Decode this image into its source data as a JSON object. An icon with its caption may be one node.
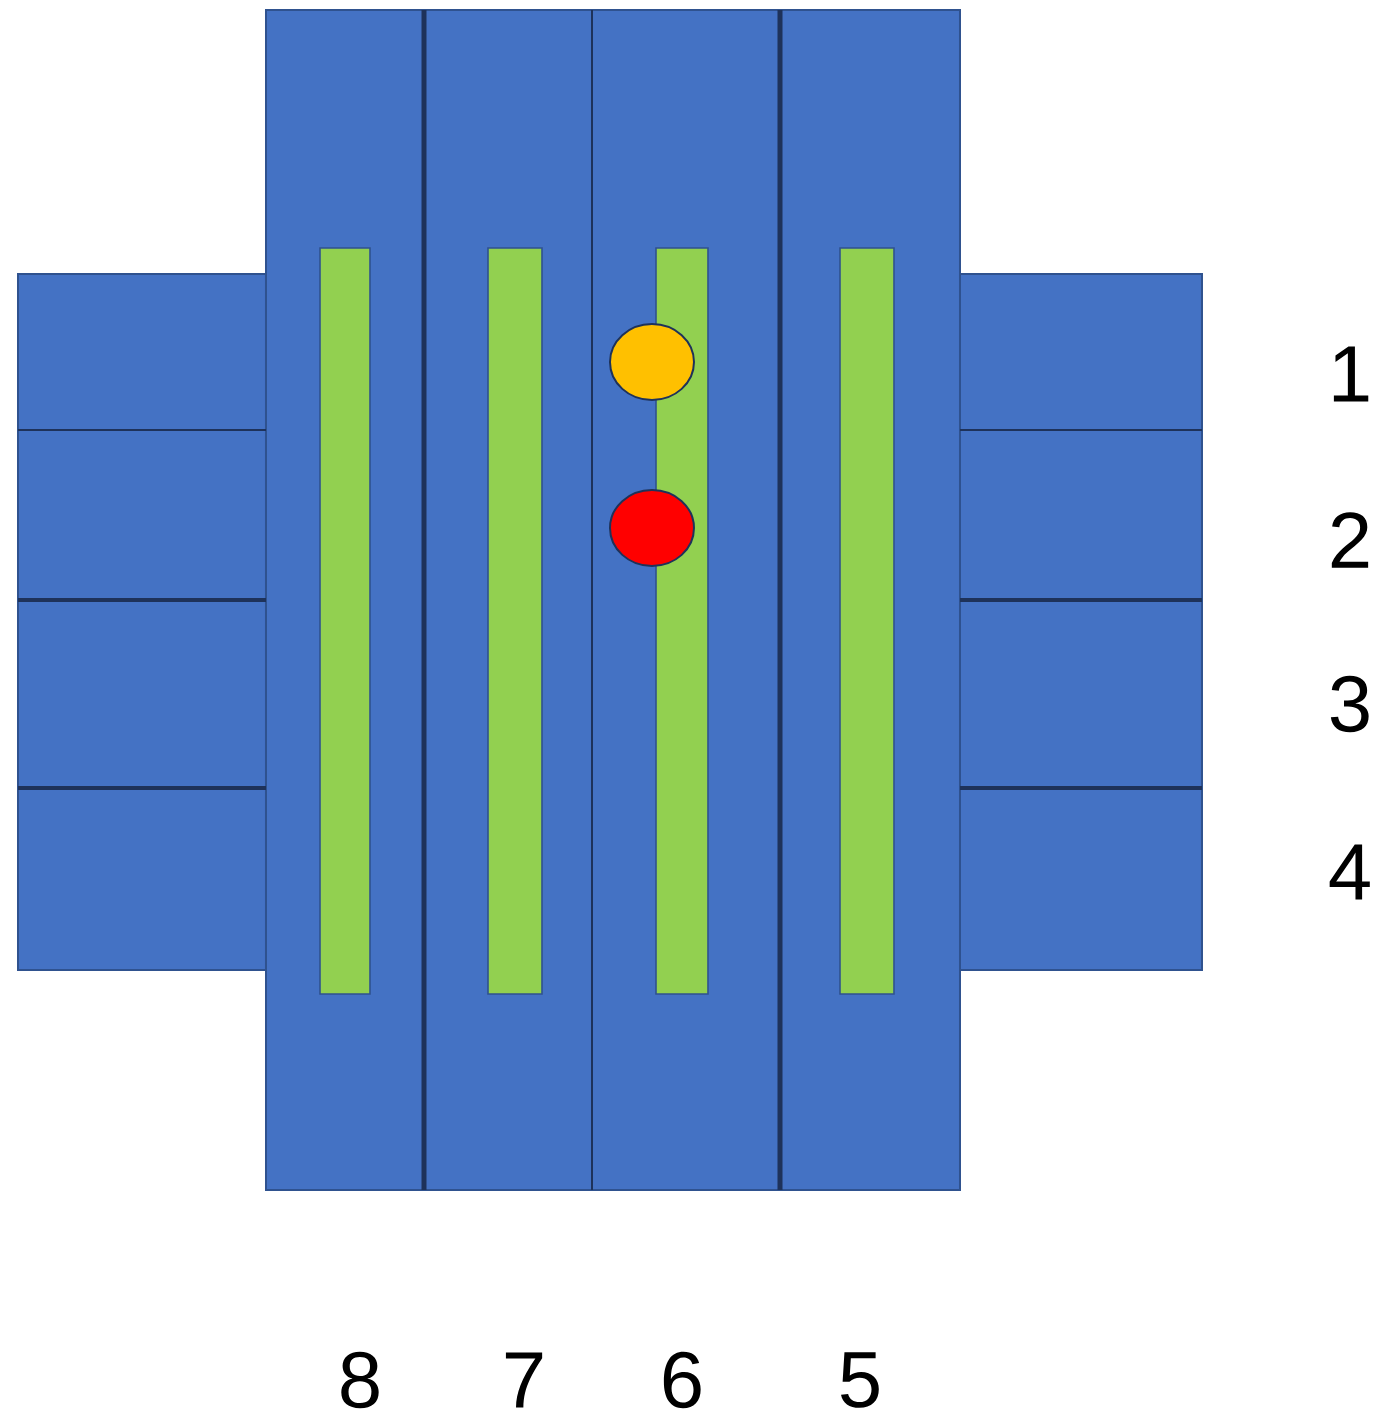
{
  "diagram": {
    "labels": [
      "1",
      "2",
      "3",
      "4",
      "8",
      "7",
      "6",
      "5"
    ]
  }
}
